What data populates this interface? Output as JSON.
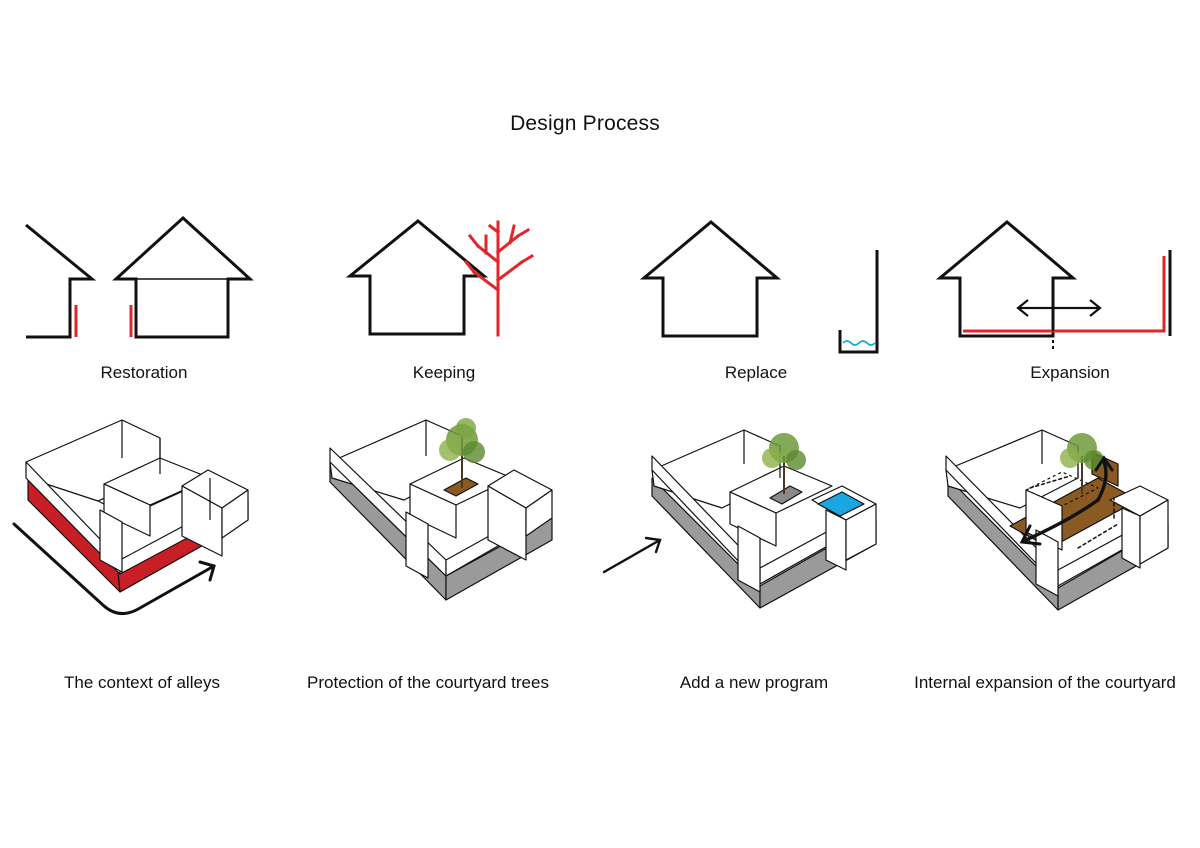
{
  "title": "Design Process",
  "steps": [
    {
      "label": "Restoration"
    },
    {
      "label": "Keeping"
    },
    {
      "label": "Replace"
    },
    {
      "label": "Expansion"
    }
  ],
  "captions": [
    {
      "text": "The context of alleys"
    },
    {
      "text": "Protection of the courtyard trees"
    },
    {
      "text": "Add a new program"
    },
    {
      "text": "Internal expansion of the courtyard"
    }
  ],
  "colors": {
    "line": "#111111",
    "accent_red": "#e0262b",
    "wall_red": "#c81e25",
    "water_blue": "#1aa7e1",
    "wood_brown": "#8a5a22",
    "base_gray": "#9a9a9a",
    "tree_green": "#6f9a3a"
  }
}
